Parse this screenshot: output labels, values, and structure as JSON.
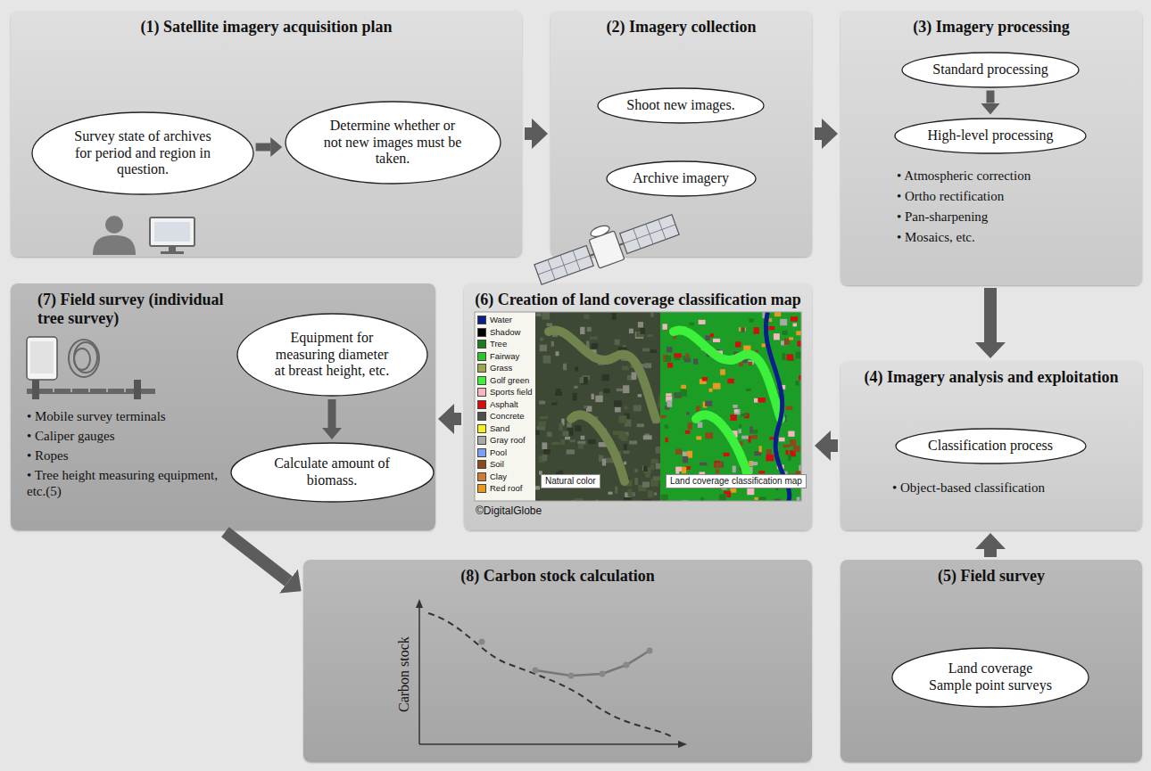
{
  "diagram": {
    "nodes": [
      {
        "text": [
          "(1) Satellite imagery acquisition plan"
        ]
      },
      {
        "text": [
          "Survey state of archives for period and region in question."
        ],
        "in": 0
      },
      {
        "text": [
          "Determine whether or not new images must be taken."
        ],
        "in": 0
      },
      {
        "text": [
          "(2) Imagery collection"
        ]
      },
      {
        "text": [
          "Shoot new images."
        ],
        "in": 3
      },
      {
        "text": [
          "Archive imagery"
        ],
        "in": 3
      },
      {
        "text": [
          "(3) Imagery processing"
        ]
      },
      {
        "text": [
          "Standard processing"
        ],
        "in": 6
      },
      {
        "text": [
          "High-level processing"
        ],
        "in": 6
      },
      {
        "text": [
          "(4) Imagery analysis and exploitation"
        ]
      },
      {
        "text": [
          "Classification process"
        ],
        "in": 9
      },
      {
        "text": [
          "(5) Field survey"
        ]
      },
      {
        "text": [
          "Land coverage Sample point surveys"
        ],
        "in": 11
      },
      {
        "text": [
          "(6) Creation of land coverage classification map"
        ]
      },
      {
        "text": [
          "(7) Field survey (individual tree survey)"
        ]
      },
      {
        "text": [
          "Equipment for measuring diameter at breast height, etc."
        ],
        "in": 14
      },
      {
        "text": [
          "Calculate amount of biomass."
        ],
        "in": 14
      },
      {
        "text": [
          "(8) Carbon stock calculation"
        ]
      }
    ],
    "edges": [
      {
        "from": 0,
        "to": 3,
        "arrow": "to"
      },
      {
        "from": 3,
        "to": 6,
        "arrow": "to"
      },
      {
        "from": 6,
        "to": 9,
        "arrow": "to"
      },
      {
        "from": 11,
        "to": 9,
        "arrow": "to"
      },
      {
        "from": 9,
        "to": 13,
        "arrow": "to"
      },
      {
        "from": 13,
        "to": 14,
        "arrow": "to"
      },
      {
        "from": 14,
        "to": 17,
        "arrow": "to"
      },
      {
        "from": 1,
        "to": 2,
        "arrow": "to"
      },
      {
        "from": 7,
        "to": 8,
        "arrow": "to"
      },
      {
        "from": 15,
        "to": 16,
        "arrow": "to"
      }
    ],
    "labels": [
      "• Atmospheric correction",
      "• Ortho rectification",
      "• Pan-sharpening",
      "• Mosaics, etc.",
      "• Object-based classification",
      "• Mobile survey terminals",
      "• Caliper gauges",
      "• Ropes",
      "• Tree height measuring equipment, etc.(5)",
      "Natural color",
      "Land coverage classification map",
      "©DigitalGlobe",
      "Carbon stock"
    ],
    "legend": [
      {
        "text": "Water",
        "color": "#0b1f8c"
      },
      {
        "text": "Shadow",
        "color": "#000000"
      },
      {
        "text": "Tree",
        "color": "#1e7b1e"
      },
      {
        "text": "Fairway",
        "color": "#2fc12f"
      },
      {
        "text": "Grass",
        "color": "#9aa84a"
      },
      {
        "text": "Golf green",
        "color": "#3cf03c"
      },
      {
        "text": "Sports field",
        "color": "#f4b6c2"
      },
      {
        "text": "Asphalt",
        "color": "#d01010"
      },
      {
        "text": "Concrete",
        "color": "#505050"
      },
      {
        "text": "Sand",
        "color": "#f4f020"
      },
      {
        "text": "Gray roof",
        "color": "#a8a8a8"
      },
      {
        "text": "Pool",
        "color": "#7fa0f0"
      },
      {
        "text": "Soil",
        "color": "#8b4a1e"
      },
      {
        "text": "Clay",
        "color": "#d07a3a"
      },
      {
        "text": "Red roof",
        "color": "#e89a20"
      }
    ]
  }
}
